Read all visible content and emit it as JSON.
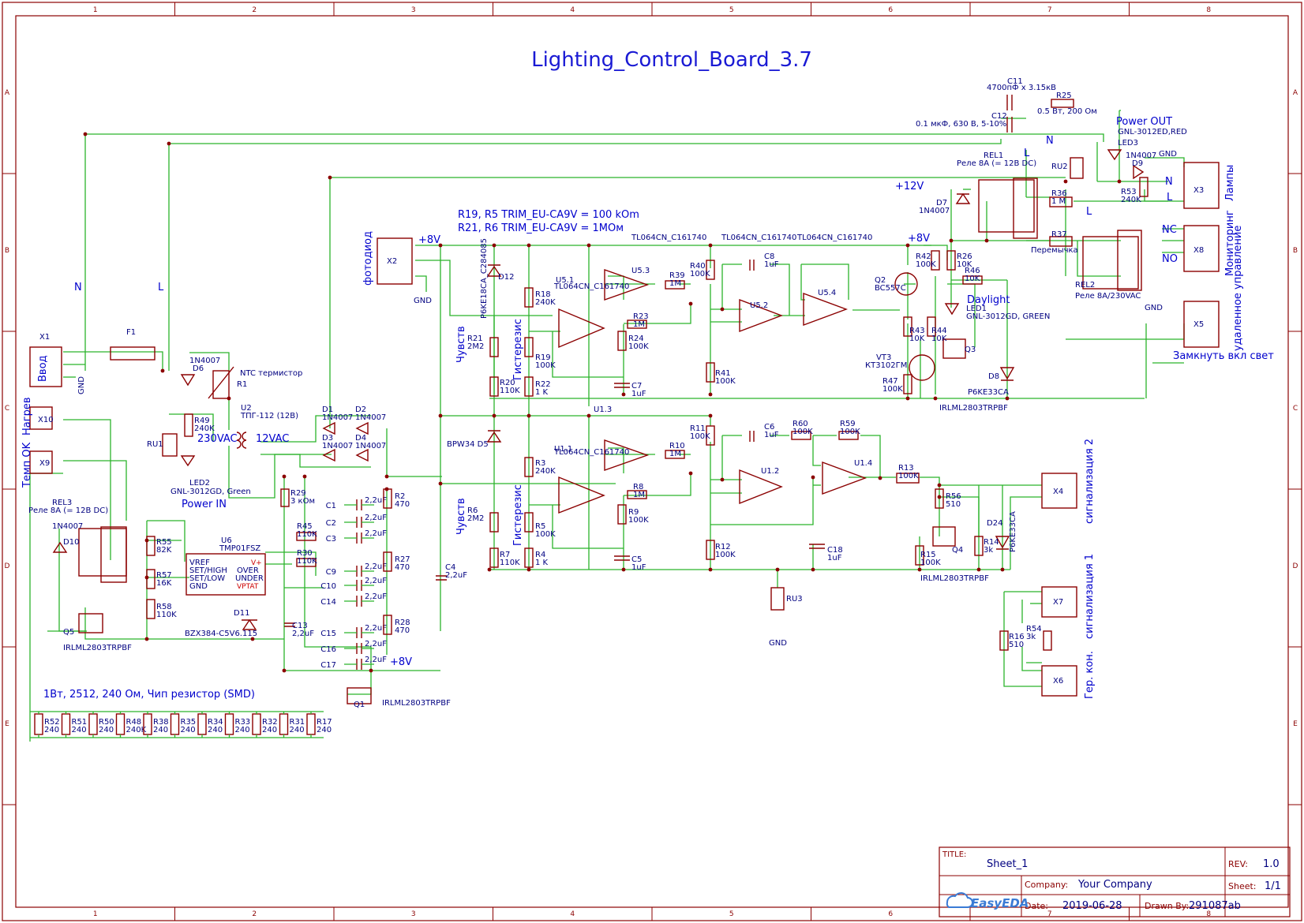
{
  "title": "Lighting_Control_Board_3.7",
  "border": {
    "cols": [
      "1",
      "2",
      "3",
      "4",
      "5",
      "6",
      "7",
      "8"
    ],
    "rows": [
      "A",
      "B",
      "C",
      "D",
      "E"
    ]
  },
  "notes": {
    "trim1": "R19, R5 TRIM_EU-CA9V = 100 kOm",
    "trim2": "R21, R6 TRIM_EU-CA9V = 1MOм",
    "smd": "1Вт, 2512, 240 Ом, Чип резистор (SMD)"
  },
  "nets": {
    "N": "N",
    "L": "L",
    "plus12": "+12V",
    "plus8": "+8V",
    "gnd": "GND",
    "power_in": "Power IN",
    "power_out": "Power OUT",
    "daylight": "Daylight",
    "v230": "230VAC",
    "v12": "12VAC"
  },
  "connectors": [
    {
      "ref": "X1",
      "title": "Ввод"
    },
    {
      "ref": "X10",
      "title": "Нагрев"
    },
    {
      "ref": "X9",
      "title": "Темп OK"
    },
    {
      "ref": "X2",
      "title": "фотодиод"
    },
    {
      "ref": "X3",
      "title": "Лампы"
    },
    {
      "ref": "X8",
      "title": "Мониторинг"
    },
    {
      "ref": "X5",
      "title": "удаленное управление"
    },
    {
      "ref": "X4",
      "title": "сигнализация 2"
    },
    {
      "ref": "X7",
      "title": "сигнализация 1"
    },
    {
      "ref": "X6",
      "title": "Гер. кон."
    }
  ],
  "labels": {
    "ntc": "NTC термистор",
    "u2": "U2",
    "u2_val": "ТПГ-112 (12В)",
    "led2": "LED2",
    "led2_val": "GNL-3012GD, Green",
    "led1": "LED1",
    "led1_val": "GNL-3012GD, GREEN",
    "led3": "LED3",
    "led3_val": "GNL-3012ED,RED",
    "rel1": "REL1",
    "rel1_val": "Реле 8A (= 12В DC)",
    "rel2": "REL2",
    "rel2_val": "Реле 8A/230VAC",
    "rel3": "REL3",
    "rel3_val": "Реле 8A (= 12В DC)",
    "c11": "C11",
    "c11_val": "4700пФ x 3.15кВ",
    "c12": "C12",
    "c12_val": "0.1 мкФ, 630 В, 5-10%",
    "r25": "R25",
    "r25_val": "0.5 Вт, 200 Ом",
    "r37": "R37",
    "r37_val": "Перемычка",
    "u6": "U6",
    "u6_val": "TMP01FSZ",
    "d11_val": "BZX384-C5V6.115",
    "q_fet": "IRLML2803TRPBF",
    "q2_val": "BC557C",
    "vt3": "VT3",
    "vt3_val": "КТ3102ГМ",
    "tl064": "TL064CN_C161740",
    "chuvstv": "Чувств",
    "gisterezis": "Гистерезис",
    "bpw34": "BPW34  D5",
    "zamk": "Замкнуть вкл свет",
    "nc": "NC",
    "no": "NO",
    "d12_val": "P6KE18CA_C284085",
    "d8_val": "P6KE33CA",
    "d24_val": "P6KE33CA",
    "d1n": "1N4007"
  },
  "smd_resistors": [
    {
      "ref": "R52",
      "val": "240"
    },
    {
      "ref": "R51",
      "val": "240"
    },
    {
      "ref": "R50",
      "val": "240"
    },
    {
      "ref": "R48",
      "val": "240K"
    },
    {
      "ref": "R38",
      "val": "240"
    },
    {
      "ref": "R35",
      "val": "240"
    },
    {
      "ref": "R34",
      "val": "240"
    },
    {
      "ref": "R33",
      "val": "240"
    },
    {
      "ref": "R32",
      "val": "240"
    },
    {
      "ref": "R31",
      "val": "240"
    },
    {
      "ref": "R17",
      "val": "240"
    }
  ],
  "parts": [
    {
      "ref": "R2",
      "val": "470"
    },
    {
      "ref": "R27",
      "val": "470"
    },
    {
      "ref": "R28",
      "val": "470"
    },
    {
      "ref": "R29",
      "val": "3 кОм"
    },
    {
      "ref": "R45",
      "val": "110K"
    },
    {
      "ref": "R30",
      "val": "110K"
    },
    {
      "ref": "R55",
      "val": "82K"
    },
    {
      "ref": "R57",
      "val": "16K"
    },
    {
      "ref": "R58",
      "val": "110K"
    },
    {
      "ref": "R49",
      "val": "240K"
    },
    {
      "ref": "R18",
      "val": "240K"
    },
    {
      "ref": "R19",
      "val": "100K"
    },
    {
      "ref": "R20",
      "val": "110K"
    },
    {
      "ref": "R22",
      "val": "1 K"
    },
    {
      "ref": "R21",
      "val": "2M2"
    },
    {
      "ref": "R23",
      "val": "1M"
    },
    {
      "ref": "R24",
      "val": "100K"
    },
    {
      "ref": "R39",
      "val": "1M"
    },
    {
      "ref": "R40",
      "val": "100K"
    },
    {
      "ref": "R41",
      "val": "100K"
    },
    {
      "ref": "R42",
      "val": "100K"
    },
    {
      "ref": "R26",
      "val": "10K"
    },
    {
      "ref": "R46",
      "val": "10K"
    },
    {
      "ref": "R43",
      "val": "10K"
    },
    {
      "ref": "R44",
      "val": "10K"
    },
    {
      "ref": "R47",
      "val": "100K"
    },
    {
      "ref": "R36",
      "val": "1 M"
    },
    {
      "ref": "R53",
      "val": "240K"
    },
    {
      "ref": "R3",
      "val": "240K"
    },
    {
      "ref": "R5",
      "val": "100K"
    },
    {
      "ref": "R7",
      "val": "110K"
    },
    {
      "ref": "R4",
      "val": "1 K"
    },
    {
      "ref": "R6",
      "val": "2M2"
    },
    {
      "ref": "R8",
      "val": "1M"
    },
    {
      "ref": "R9",
      "val": "100K"
    },
    {
      "ref": "R10",
      "val": "1M"
    },
    {
      "ref": "R11",
      "val": "100K"
    },
    {
      "ref": "R12",
      "val": "100K"
    },
    {
      "ref": "R60",
      "val": "100K"
    },
    {
      "ref": "R59",
      "val": "100K"
    },
    {
      "ref": "R13",
      "val": "100K"
    },
    {
      "ref": "R56",
      "val": "510"
    },
    {
      "ref": "R15",
      "val": "100K"
    },
    {
      "ref": "R14",
      "val": "3k"
    },
    {
      "ref": "R16",
      "val": "510"
    },
    {
      "ref": "R54",
      "val": "3k"
    },
    {
      "ref": "C8",
      "val": "1uF"
    },
    {
      "ref": "C7",
      "val": "1uF"
    },
    {
      "ref": "C6",
      "val": "1uF"
    },
    {
      "ref": "C5",
      "val": "1uF"
    },
    {
      "ref": "C18",
      "val": "1uF"
    },
    {
      "ref": "C4",
      "val": "2,2uF"
    },
    {
      "ref": "C13",
      "val": "2,2uF"
    },
    {
      "ref": "C1",
      "val": "2,2uF"
    },
    {
      "ref": "C2",
      "val": "2,2uF"
    },
    {
      "ref": "C3",
      "val": "2,2uF"
    },
    {
      "ref": "C9",
      "val": "2,2uF"
    },
    {
      "ref": "C10",
      "val": "2,2uF"
    },
    {
      "ref": "C14",
      "val": "2,2uF"
    },
    {
      "ref": "C15",
      "val": "2,2uF"
    },
    {
      "ref": "C16",
      "val": "2,2uF"
    },
    {
      "ref": "C17",
      "val": "2,2uF"
    }
  ],
  "titleblock": {
    "title_label": "TITLE:",
    "title": "Sheet_1",
    "rev_label": "REV:",
    "rev": "1.0",
    "company_label": "Company:",
    "company": "Your Company",
    "sheet_label": "Sheet:",
    "sheet": "1/1",
    "date_label": "Date:",
    "date": "2019-06-28",
    "drawn_label": "Drawn By:",
    "drawn": "291087ab",
    "logo": "EasyEDA"
  }
}
